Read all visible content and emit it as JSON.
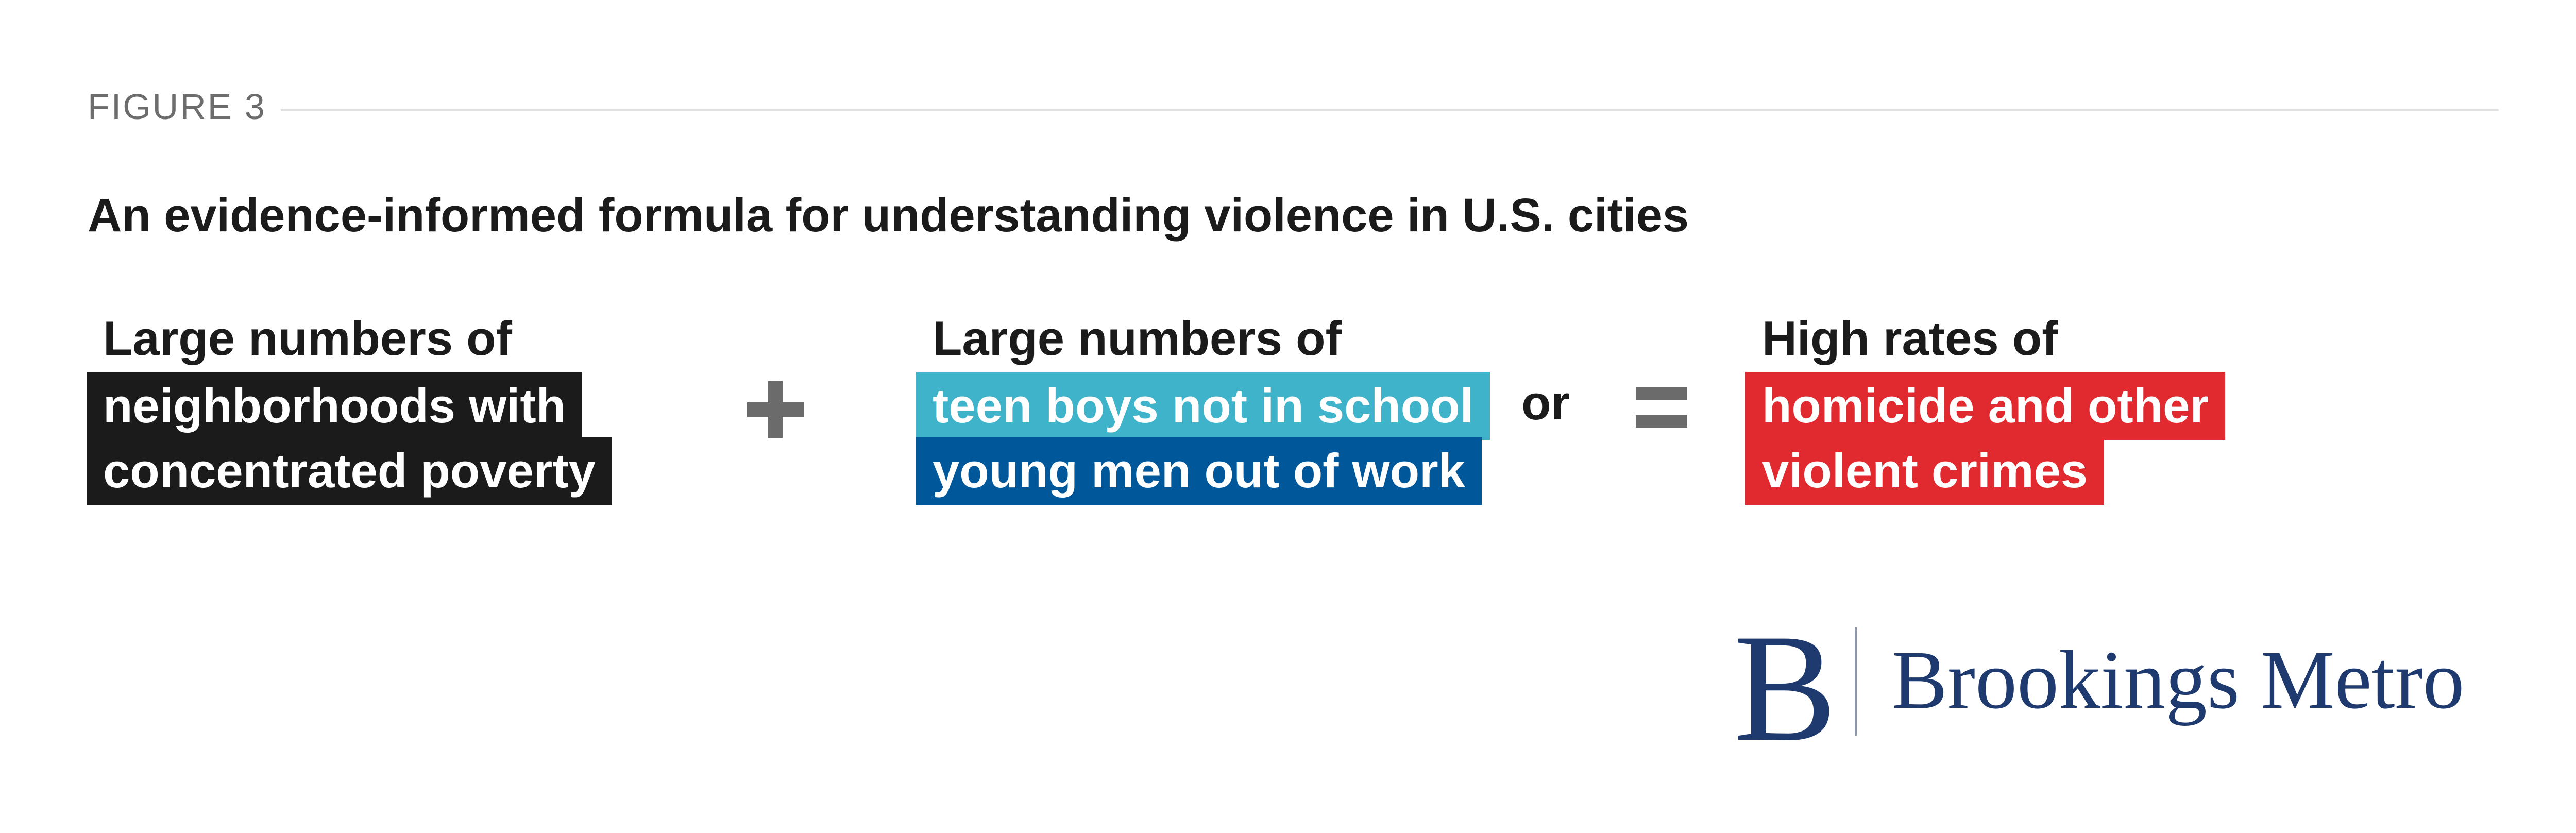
{
  "header": {
    "figure_label": "FIGURE 3",
    "title": "An evidence-informed formula for understanding violence in U.S. cities"
  },
  "formula": {
    "term1": {
      "lead": "Large numbers of",
      "lines": [
        "neighborhoods with",
        "concentrated poverty"
      ],
      "color": "#1b1b1b"
    },
    "plus_symbol": "+",
    "term2": {
      "lead": "Large numbers of",
      "option_a": "teen boys not in school",
      "connector": "or",
      "option_b": "young men out of work",
      "color_a": "#3fb3c9",
      "color_b": "#00589b"
    },
    "equals_symbol": "=",
    "result": {
      "lead": "High rates of",
      "lines": [
        "homicide and other",
        "violent crimes"
      ],
      "color": "#e02a2f"
    }
  },
  "logo": {
    "mark": "B",
    "text": "Brookings Metro",
    "color": "#1e3a6e"
  }
}
